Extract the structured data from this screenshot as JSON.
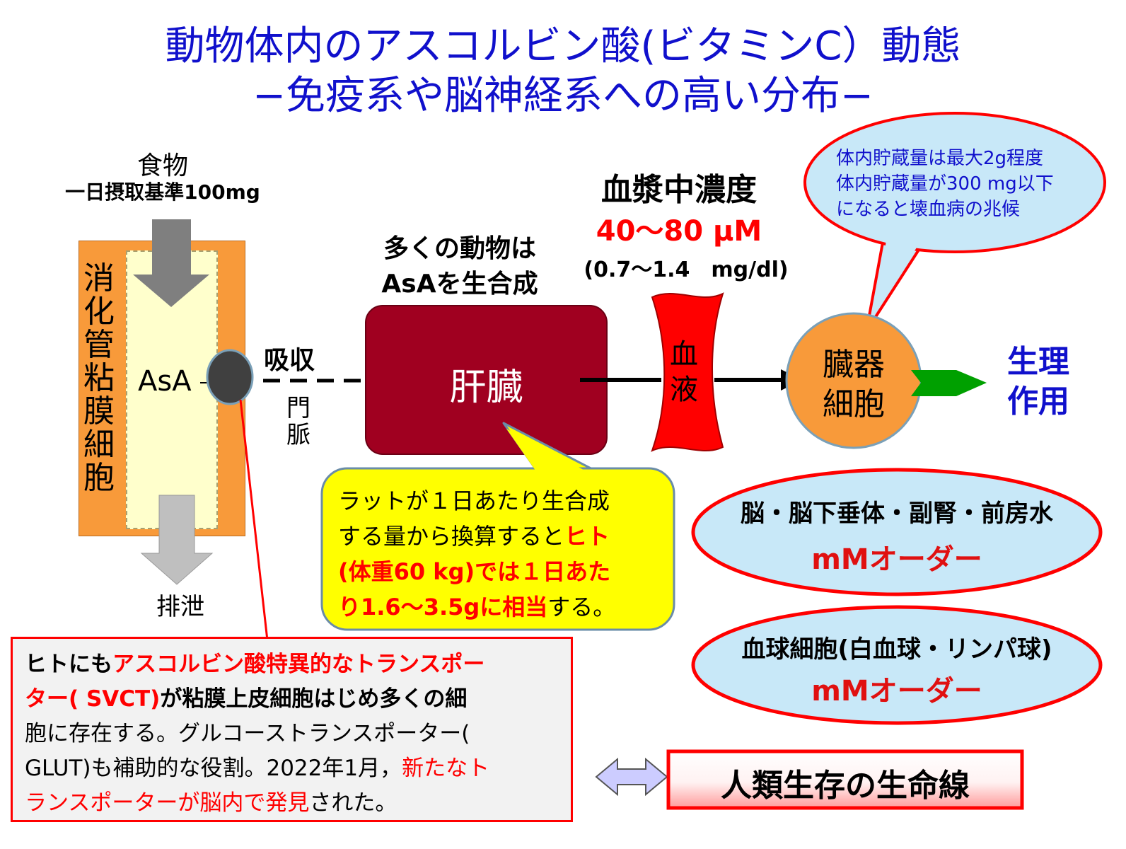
{
  "title": {
    "line1": "動物体内のアスコルビン酸(ビタミンC）動態",
    "line2": "−免疫系や脳神経系への高い分布−"
  },
  "food": {
    "label": "食物",
    "standard": "一日摂取基準100mg"
  },
  "mucosa": {
    "label": "消化管粘膜細胞",
    "asa": "AsA"
  },
  "excretion": "排泄",
  "absorption": {
    "label": "吸収",
    "portal_vein": "門脈"
  },
  "synthesis": {
    "line1": "多くの動物は",
    "line2": "AsAを生合成"
  },
  "liver": "肝臓",
  "plasma": {
    "label": "血漿中濃度",
    "value": "40〜80 μM",
    "mg": "(0.7〜1.4　mg/dl)"
  },
  "blood": "血液",
  "organ": "臓器細胞",
  "physiology": "生理作用",
  "storage_bubble": {
    "line1": "体内貯蔵量は最大2g程度",
    "line2": "体内貯蔵量が300 mg以下",
    "line3": "になると壊血病の兆候"
  },
  "liver_callout": {
    "line1": "ラットが１日あたり生合成",
    "line2a": "する量から換算すると",
    "line2b": "ヒト",
    "line3": "(体重60 kg)では１日あた",
    "line4a": "り1.6〜3.5gに相当",
    "line4b": "する。"
  },
  "brain_ellipse": {
    "label": "脳・脳下垂体・副腎・前房水",
    "order": "mMオーダー"
  },
  "blood_cell_ellipse": {
    "label": "血球細胞(白血球・リンパ球)",
    "order": "mMオーダー"
  },
  "transporter_box": {
    "l1a": "ヒトにも",
    "l1b": "アスコルビン酸特異的なトランスポー",
    "l2a": "ター( SVCT)",
    "l2b": "が粘膜上皮細胞はじめ多くの細",
    "l3": "胞に存在する。グルコーストランスポーター(",
    "l4a": "GLUT)も補助的な役割。2022年1月，",
    "l4b": "新たなト",
    "l5a": "ランスポーターが脳内で発見",
    "l5b": "された。"
  },
  "lifeline": "人類生存の生命線",
  "colors": {
    "title_blue": "#1010cc",
    "orange": "#f89a3a",
    "liver": "#a00020",
    "blood": "#ff0000",
    "callout_yellow": "#ffff00",
    "ellipse_blue": "#c8e8f8",
    "border_red": "#ff0000"
  }
}
